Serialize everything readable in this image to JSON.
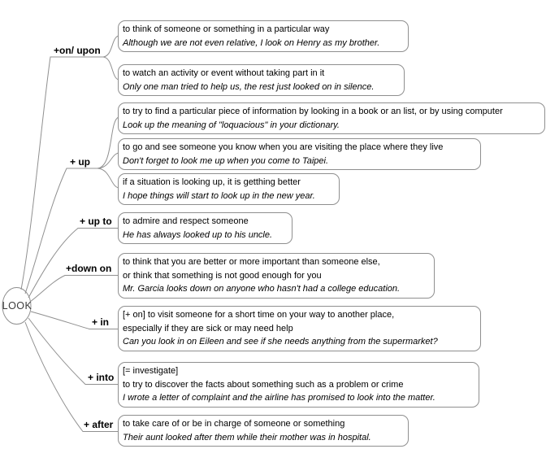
{
  "root": {
    "label": "LOOK"
  },
  "colors": {
    "background": "#ffffff",
    "box_border": "#8f8f8f",
    "connector_line": "#909090",
    "text": "#000000"
  },
  "branches": [
    {
      "label": "+on/ upon",
      "boxes": [
        {
          "definition": [
            "to think of someone or something in a particular way"
          ],
          "example": "Although we are not even relative, I look on Henry as my brother."
        },
        {
          "definition": [
            "to watch an activity or event without taking part in it"
          ],
          "example": "Only one man tried to help us, the rest just looked on in silence."
        }
      ]
    },
    {
      "label": "+ up",
      "boxes": [
        {
          "definition": [
            "to try to find a particular piece of information by looking in a book or an list, or by using computer"
          ],
          "example": "Look up the meaning of \"loquacious\" in your dictionary."
        },
        {
          "definition": [
            "to go and see someone you know when you are visiting the place where they live"
          ],
          "example": "Don't forget to look me up when you come to Taipei."
        },
        {
          "definition": [
            "if a situation is looking up, it is getthing better"
          ],
          "example": "I hope things will start to look up in the new year."
        }
      ]
    },
    {
      "label": "+ up to",
      "boxes": [
        {
          "definition": [
            "to admire and respect someone"
          ],
          "example": "He has always looked up to his uncle."
        }
      ]
    },
    {
      "label": "+down on",
      "boxes": [
        {
          "definition": [
            "to think that you are better or more important than someone else,",
            "or think that something is not good enough for you"
          ],
          "example": "Mr. Garcia looks down on anyone who hasn't had a college education."
        }
      ]
    },
    {
      "label": "+ in",
      "boxes": [
        {
          "definition": [
            "[+ on] to visit someone for a short time on your way to another place,",
            "especially if they are sick or may need help"
          ],
          "example": "Can you look in on Eileen and see if she needs anything from the supermarket?"
        }
      ]
    },
    {
      "label": "+ into",
      "boxes": [
        {
          "definition": [
            "[= investigate]",
            "to try to discover the facts about something such as a problem or crime"
          ],
          "example": "I wrote a letter of complaint and the airline has promised to look into the matter."
        }
      ]
    },
    {
      "label": "+ after",
      "boxes": [
        {
          "definition": [
            "to take care of or be in charge of someone or something"
          ],
          "example": "Their aunt looked after them while their mother was in hospital."
        }
      ]
    }
  ]
}
